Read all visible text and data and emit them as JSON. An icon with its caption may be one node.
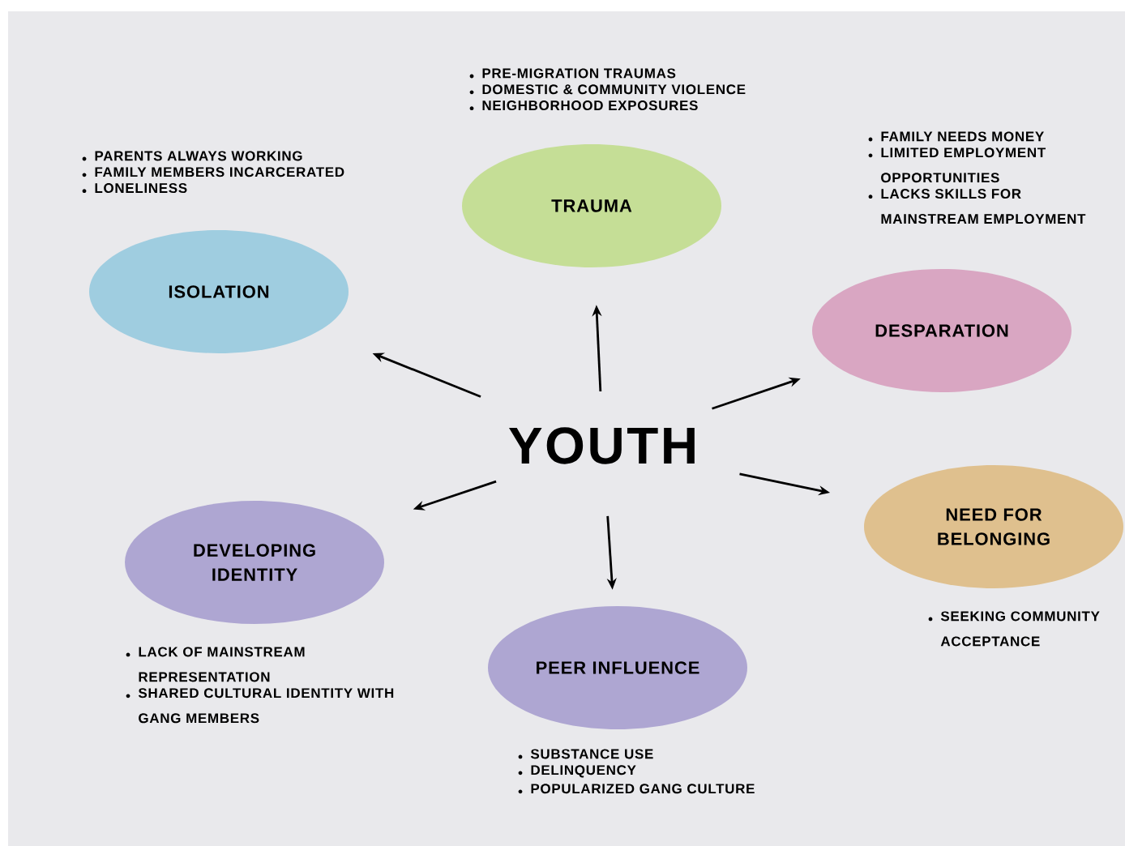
{
  "diagram": {
    "nodes": [
      {
        "text": [
          "TRAUMA"
        ],
        "beside": [
          "PRE-MIGRATION TRAUMAS",
          "DOMESTIC & COMMUNITY VIOLENCE",
          "NEIGHBORHOOD EXPOSURES"
        ]
      },
      {
        "text": [
          "ISOLATION"
        ],
        "beside": [
          "PARENTS ALWAYS WORKING",
          "FAMILY MEMBERS INCARCERATED",
          "LONELINESS"
        ]
      },
      {
        "text": [
          "DESPARATION"
        ],
        "beside": [
          "FAMILY NEEDS MONEY",
          "LIMITED EMPLOYMENT OPPORTUNITIES",
          "LACKS SKILLS FOR MAINSTREAM EMPLOYMENT"
        ]
      },
      {
        "text": [
          "YOUTH"
        ]
      },
      {
        "text": [
          "NEED FOR BELONGING"
        ],
        "beside": [
          "SEEKING COMMUNITY ACCEPTANCE"
        ]
      },
      {
        "text": [
          "DEVELOPING IDENTITY"
        ],
        "beside": [
          "LACK OF MAINSTREAM REPRESENTATION",
          "SHARED CULTURAL IDENTITY WITH GANG MEMBERS"
        ]
      },
      {
        "text": [
          "PEER INFLUENCE"
        ],
        "beside": [
          "SUBSTANCE USE",
          "DELINQUENCY",
          "POPULARIZED GANG CULTURE"
        ]
      }
    ],
    "edges": [
      {
        "from": 3,
        "to": 0,
        "arrow": "to"
      },
      {
        "from": 3,
        "to": 1,
        "arrow": "to"
      },
      {
        "from": 3,
        "to": 2,
        "arrow": "to"
      },
      {
        "from": 3,
        "to": 4,
        "arrow": "to"
      },
      {
        "from": 3,
        "to": 5,
        "arrow": "to"
      },
      {
        "from": 3,
        "to": 6,
        "arrow": "to"
      }
    ]
  }
}
